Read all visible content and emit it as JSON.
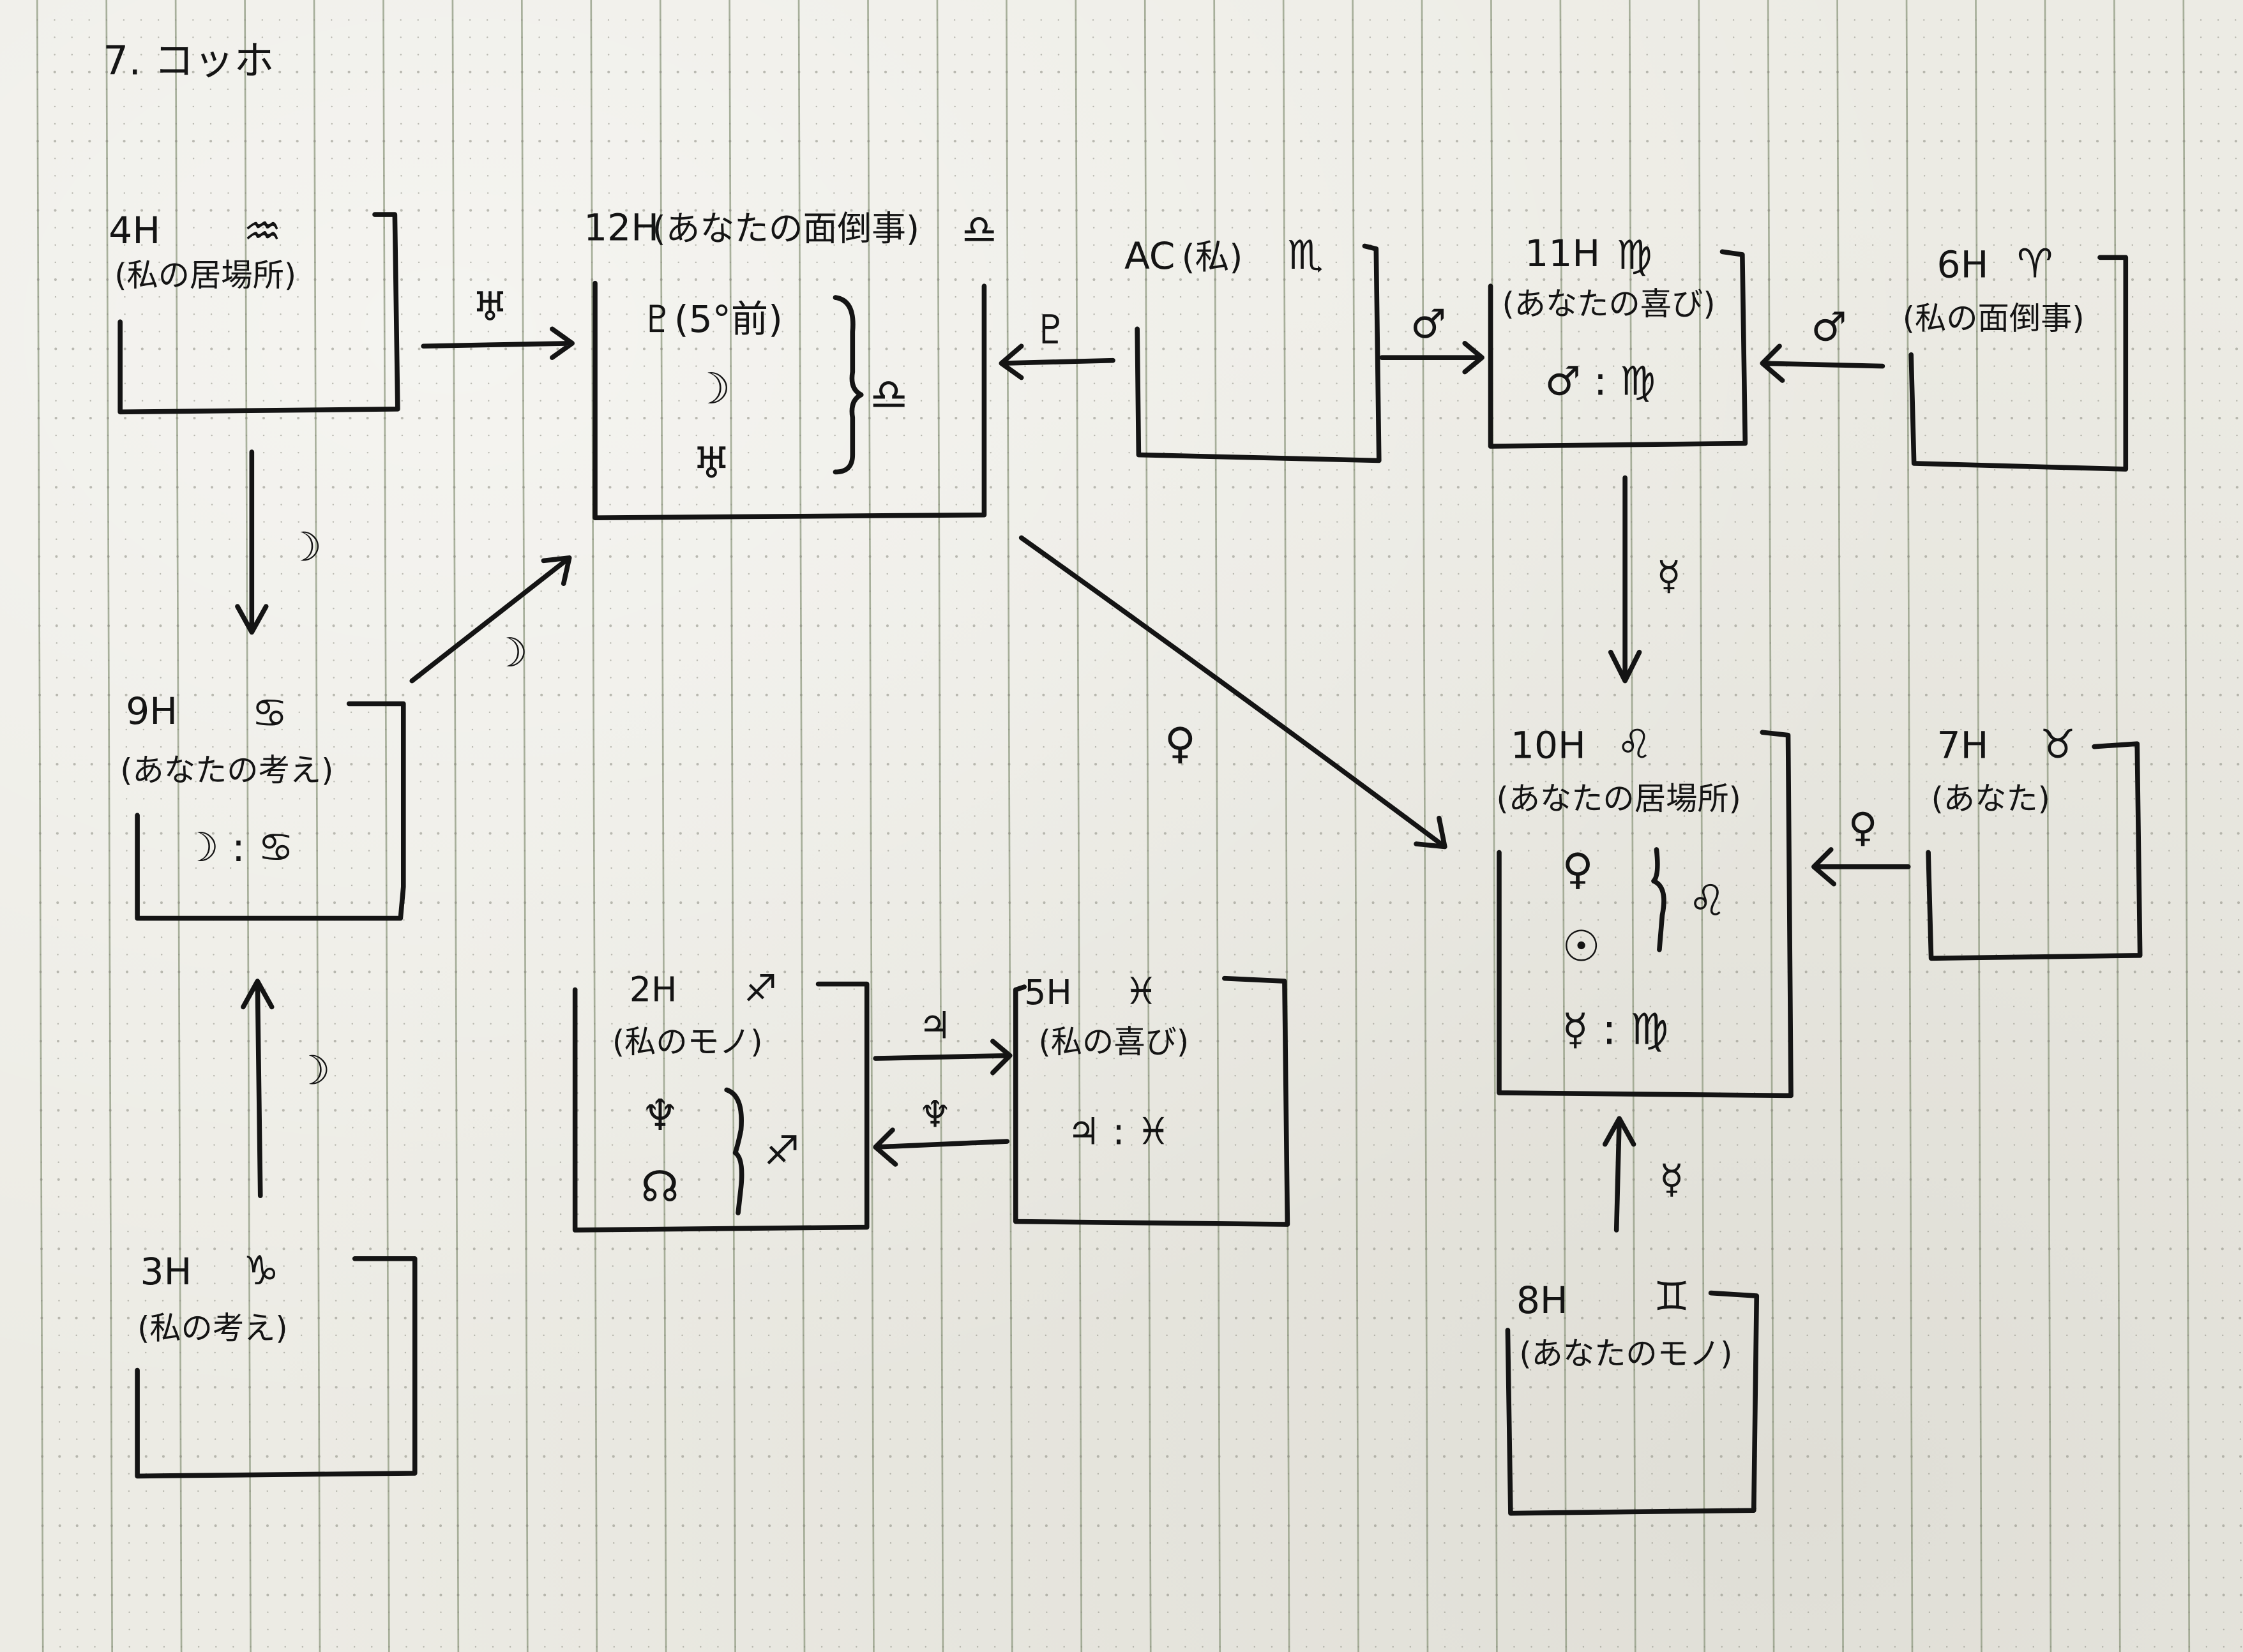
{
  "title": "7. コッホ",
  "colors": {
    "ink": "#141414",
    "paper": "#ecebe4",
    "grid": "#8f9a80"
  },
  "houses": {
    "h4": {
      "label": "4H",
      "sign": "♒",
      "subtitle": "(私の居場所)",
      "content": []
    },
    "h12": {
      "label": "12H",
      "subtitle": "(あなたの面倒事)",
      "sign": "♎",
      "content": [
        "♇(5°前)",
        "☽",
        "♅"
      ],
      "group_sign": "♎"
    },
    "ac": {
      "label": "AC",
      "subtitle": "(私)",
      "sign": "♏",
      "content": []
    },
    "h11": {
      "label": "11H",
      "sign": "♍",
      "subtitle": "(あなたの喜び)",
      "content": [
        "♂ : ♍"
      ]
    },
    "h6": {
      "label": "6H",
      "sign": "♈",
      "subtitle": "(私の面倒事)",
      "content": []
    },
    "h9": {
      "label": "9H",
      "sign": "♋",
      "subtitle": "(あなたの考え)",
      "content": [
        "☽ : ♋"
      ]
    },
    "h10": {
      "label": "10H",
      "sign": "♌",
      "subtitle": "(あなたの居場所)",
      "content": [
        "♀",
        "☉",
        "☿ : ♍"
      ],
      "group_sign": "♌"
    },
    "h7": {
      "label": "7H",
      "sign": "♉",
      "subtitle": "(あなた)",
      "content": []
    },
    "h2": {
      "label": "2H",
      "sign": "♐",
      "subtitle": "(私のモノ)",
      "content": [
        "♆",
        "☊"
      ],
      "group_sign": "♐"
    },
    "h5": {
      "label": "5H",
      "sign": "♓",
      "subtitle": "(私の喜び)",
      "content": [
        "♃ : ♓"
      ]
    },
    "h3": {
      "label": "3H",
      "sign": "♑",
      "subtitle": "(私の考え)",
      "content": []
    },
    "h8": {
      "label": "8H",
      "sign": "♊",
      "subtitle": "(あなたのモノ)",
      "content": []
    }
  },
  "arrows": [
    {
      "from": "4H",
      "to": "12H",
      "planet": "♅"
    },
    {
      "from": "AC",
      "to": "12H",
      "planet": "♇"
    },
    {
      "from": "AC",
      "to": "11H",
      "planet": "♂"
    },
    {
      "from": "6H",
      "to": "11H",
      "planet": "♂"
    },
    {
      "from": "4H",
      "to": "9H",
      "planet": "☽"
    },
    {
      "from": "9H",
      "to": "12H",
      "planet": "☽"
    },
    {
      "from": "11H",
      "to": "10H",
      "planet": "☿"
    },
    {
      "from": "12H",
      "to": "10H",
      "planet": "♀"
    },
    {
      "from": "7H",
      "to": "10H",
      "planet": "♀"
    },
    {
      "from": "3H",
      "to": "9H",
      "planet": "☽"
    },
    {
      "from": "2H",
      "to": "5H",
      "planet": "♃"
    },
    {
      "from": "5H",
      "to": "2H",
      "planet": "♆"
    },
    {
      "from": "8H",
      "to": "10H",
      "planet": "☿"
    }
  ]
}
